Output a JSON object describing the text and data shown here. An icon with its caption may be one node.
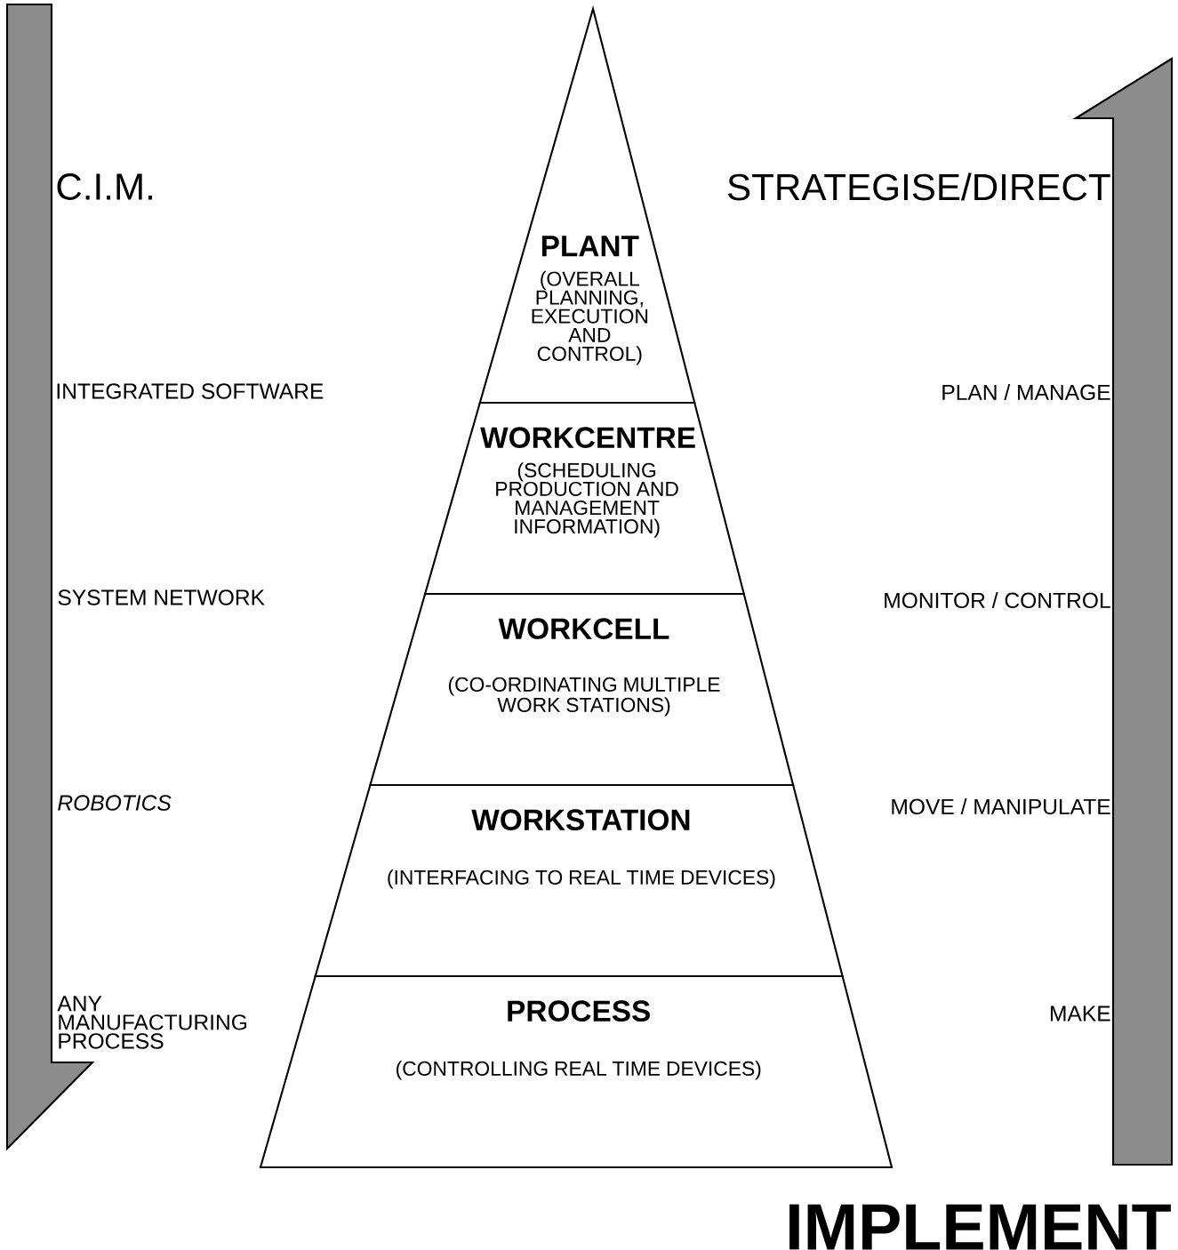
{
  "diagram": {
    "nodes": [
      {
        "text": [
          "PLANT",
          "(OVERALL PLANNING, EXECUTION AND CONTROL)"
        ]
      },
      {
        "text": [
          "WORKCENTRE",
          "(SCHEDULING PRODUCTION AND MANAGEMENT INFORMATION)"
        ]
      },
      {
        "text": [
          "WORKCELL",
          "(CO-ORDINATING MULTIPLE WORK STATIONS)"
        ]
      },
      {
        "text": [
          "WORKSTATION",
          "(INTERFACING TO REAL TIME DEVICES)"
        ]
      },
      {
        "text": [
          "PROCESS",
          "(CONTROLLING REAL TIME DEVICES)"
        ]
      }
    ],
    "labels": [
      "C.I.M.",
      "STRATEGISE/DIRECT",
      "INTEGRATED SOFTWARE",
      "PLAN / MANAGE",
      "SYSTEM NETWORK",
      "MONITOR / CONTROL",
      "ROBOTICS",
      "MOVE / MANIPULATE",
      "ANY MANUFACTURING PROCESS",
      "MAKE",
      "IMPLEMENT"
    ]
  }
}
